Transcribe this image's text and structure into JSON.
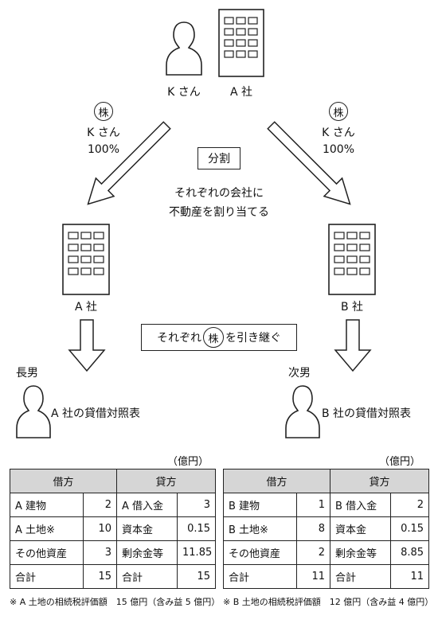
{
  "top": {
    "person_label": "K さん",
    "company_label": "A 社"
  },
  "left_share": {
    "symbol": "株",
    "holder": "K さん",
    "percent": "100%"
  },
  "right_share": {
    "symbol": "株",
    "holder": "K さん",
    "percent": "100%"
  },
  "split_box": "分割",
  "split_note": [
    "それぞれの会社に",
    "不動産を割り当てる"
  ],
  "company_a": "A 社",
  "company_b": "B 社",
  "inherit": {
    "before": "それぞれ",
    "symbol": "株",
    "after": "を引き継ぐ"
  },
  "heir_left": {
    "role": "長男",
    "caption": "A 社の貸借対照表"
  },
  "heir_right": {
    "role": "次男",
    "caption": "B 社の貸借対照表"
  },
  "table_a": {
    "unit": "（億円）",
    "headers": [
      "借方",
      "貸方"
    ],
    "rows": [
      [
        "A 建物",
        "2",
        "A 借入金",
        "3"
      ],
      [
        "A 土地※",
        "10",
        "資本金",
        "0.15"
      ],
      [
        "その他資産",
        "3",
        "剰余金等",
        "11.85"
      ],
      [
        "合計",
        "15",
        "合計",
        "15"
      ]
    ],
    "note": "※ A 土地の相続税評価額　15 億円（含み益 5 億円）"
  },
  "table_b": {
    "unit": "（億円）",
    "headers": [
      "借方",
      "貸方"
    ],
    "rows": [
      [
        "B 建物",
        "1",
        "B 借入金",
        "2"
      ],
      [
        "B 土地※",
        "8",
        "資本金",
        "0.15"
      ],
      [
        "その他資産",
        "2",
        "剰余金等",
        "8.85"
      ],
      [
        "合計",
        "11",
        "合計",
        "11"
      ]
    ],
    "note": "※ B 土地の相続税評価額　12 億円（含み益 4 億円）"
  }
}
